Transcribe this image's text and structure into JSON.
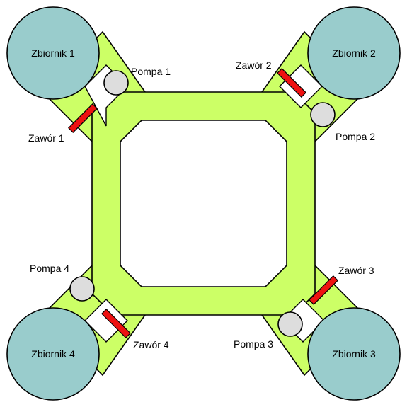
{
  "colors": {
    "pipe": "#ccff66",
    "tank": "#99cccc",
    "pump": "#dddddd",
    "valve": "#ee1111"
  },
  "tanks": [
    {
      "label": "Zbiornik 1"
    },
    {
      "label": "Zbiornik 2"
    },
    {
      "label": "Zbiornik 3"
    },
    {
      "label": "Zbiornik 4"
    }
  ],
  "pumps": [
    {
      "label": "Pompa 1"
    },
    {
      "label": "Pompa 2"
    },
    {
      "label": "Pompa 3"
    },
    {
      "label": "Pompa 4"
    }
  ],
  "valves": [
    {
      "label": "Zawór 1"
    },
    {
      "label": "Zawór 2"
    },
    {
      "label": "Zawór 3"
    },
    {
      "label": "Zawór 4"
    }
  ]
}
